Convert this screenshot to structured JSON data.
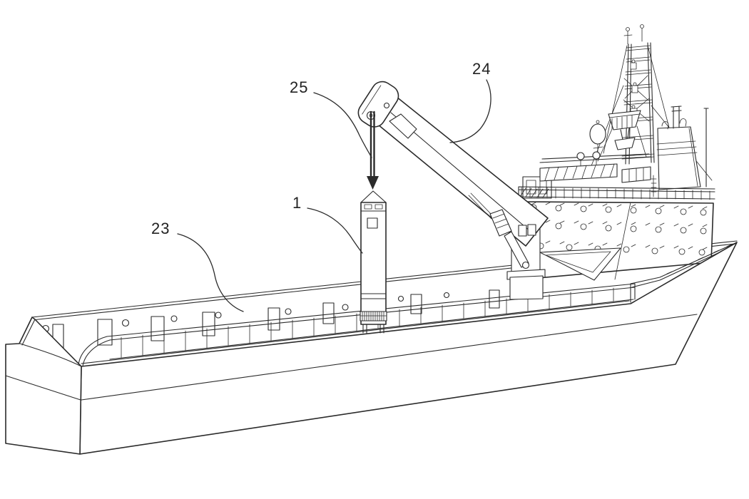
{
  "figure": {
    "background": "#ffffff",
    "line_color": "#2b2b2b",
    "reference_labels": {
      "device": "1",
      "vessel_hull": "23",
      "crane": "24",
      "cable": "25"
    }
  }
}
